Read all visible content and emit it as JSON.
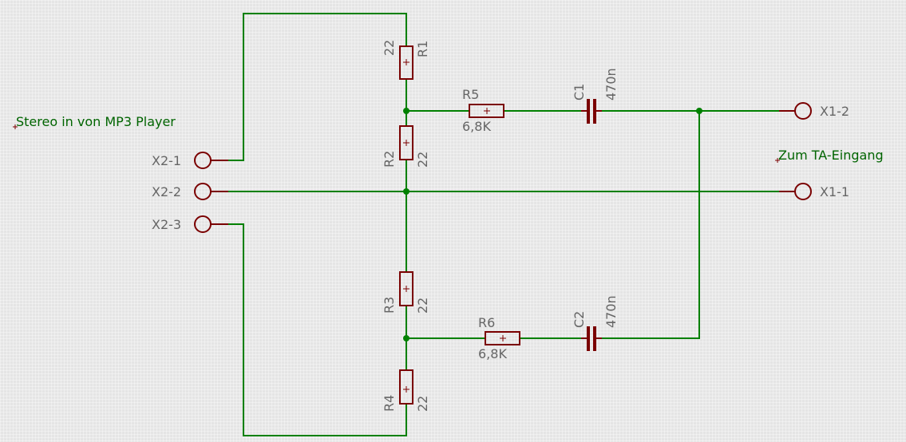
{
  "notes": {
    "input": "Stereo in von MP3 Player",
    "output": "Zum TA-Eingang"
  },
  "connectors": {
    "x2_1": "X2-1",
    "x2_2": "X2-2",
    "x2_3": "X2-3",
    "x1_1": "X1-1",
    "x1_2": "X1-2"
  },
  "components": {
    "r1": {
      "name": "R1",
      "value": "22"
    },
    "r2": {
      "name": "R2",
      "value": "22"
    },
    "r3": {
      "name": "R3",
      "value": "22"
    },
    "r4": {
      "name": "R4",
      "value": "22"
    },
    "r5": {
      "name": "R5",
      "value": "6,8K"
    },
    "r6": {
      "name": "R6",
      "value": "6,8K"
    },
    "c1": {
      "name": "C1",
      "value": "470n"
    },
    "c2": {
      "name": "C2",
      "value": "470n"
    }
  },
  "colors": {
    "wire": "#008000",
    "part": "#7a0000",
    "label": "#666666",
    "note": "#006400",
    "background": "#e5e5e5"
  }
}
